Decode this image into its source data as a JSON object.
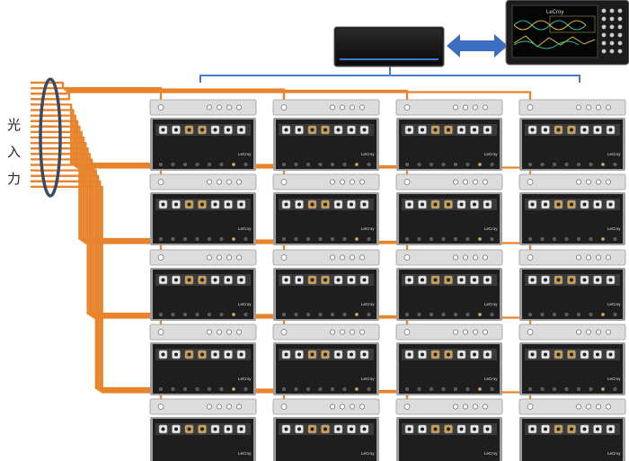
{
  "input_label": [
    "光",
    "入",
    "力"
  ],
  "module_brand": "LeCroy",
  "scope_brand": "LeCroy",
  "grid": {
    "rows": 5,
    "cols": 4
  },
  "colors": {
    "fiber": "#e8832c",
    "bus": "#4a7bc8",
    "arrow": "#3c6fc2",
    "bundle_ring": "#3b4a63",
    "chassis": "#1e1e1e",
    "top_unit": "#dcdcdc"
  },
  "icons": {
    "scope": "oscilloscope-icon",
    "controller": "controller-box-icon",
    "link": "double-arrow-icon"
  }
}
